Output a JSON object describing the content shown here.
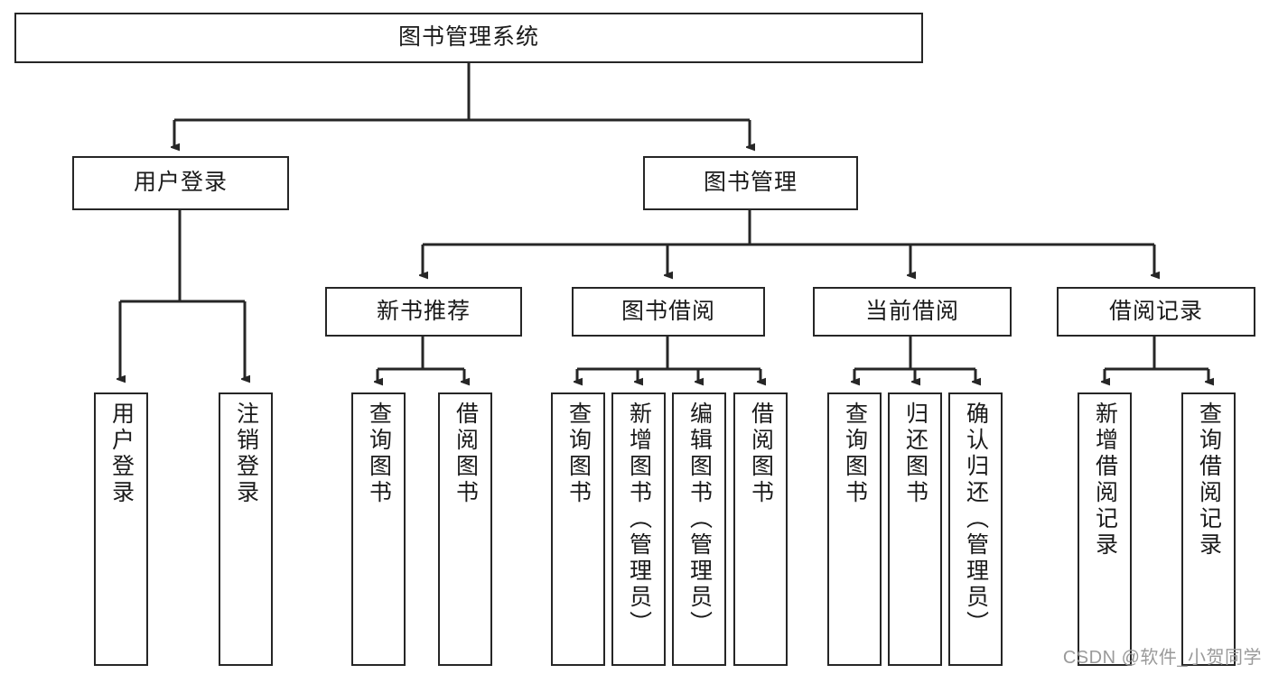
{
  "diagram": {
    "type": "tree",
    "title": "图书管理系统",
    "orientation": "top-down",
    "colors": {
      "box_border": "#262626",
      "box_fill": "#ffffff",
      "edge": "#262626",
      "text": "#1a1a1a",
      "watermark": "#9a9a9a",
      "background": "#ffffff"
    },
    "nodes": {
      "root": {
        "label": "图书管理系统",
        "level": 0,
        "orientation": "horizontal"
      },
      "l1": [
        {
          "id": "user-login",
          "label": "用户登录",
          "level": 1,
          "orientation": "horizontal"
        },
        {
          "id": "book-manage",
          "label": "图书管理",
          "level": 1,
          "orientation": "horizontal"
        }
      ],
      "l2": [
        {
          "id": "new-book-recommend",
          "label": "新书推荐",
          "level": 2,
          "orientation": "horizontal",
          "parent": "book-manage"
        },
        {
          "id": "book-borrow",
          "label": "图书借阅",
          "level": 2,
          "orientation": "horizontal",
          "parent": "book-manage"
        },
        {
          "id": "current-borrow",
          "label": "当前借阅",
          "level": 2,
          "orientation": "horizontal",
          "parent": "book-manage"
        },
        {
          "id": "borrow-record",
          "label": "借阅记录",
          "level": 2,
          "orientation": "horizontal",
          "parent": "book-manage"
        }
      ],
      "leaves": [
        {
          "id": "leaf-user-login",
          "label": "用户登录",
          "parent": "user-login",
          "orientation": "vertical"
        },
        {
          "id": "leaf-logout",
          "label": "注销登录",
          "parent": "user-login",
          "orientation": "vertical"
        },
        {
          "id": "leaf-query-book-1",
          "label": "查询图书",
          "parent": "new-book-recommend",
          "orientation": "vertical"
        },
        {
          "id": "leaf-borrow-book-1",
          "label": "借阅图书",
          "parent": "new-book-recommend",
          "orientation": "vertical"
        },
        {
          "id": "leaf-query-book-2",
          "label": "查询图书",
          "parent": "book-borrow",
          "orientation": "vertical"
        },
        {
          "id": "leaf-add-book",
          "label": "新增图书（管理员）",
          "parent": "book-borrow",
          "orientation": "vertical"
        },
        {
          "id": "leaf-edit-book",
          "label": "编辑图书（管理员）",
          "parent": "book-borrow",
          "orientation": "vertical"
        },
        {
          "id": "leaf-borrow-book-2",
          "label": "借阅图书",
          "parent": "book-borrow",
          "orientation": "vertical"
        },
        {
          "id": "leaf-query-book-3",
          "label": "查询图书",
          "parent": "current-borrow",
          "orientation": "vertical"
        },
        {
          "id": "leaf-return-book",
          "label": "归还图书",
          "parent": "current-borrow",
          "orientation": "vertical"
        },
        {
          "id": "leaf-confirm-return",
          "label": "确认归还（管理员）",
          "parent": "current-borrow",
          "orientation": "vertical"
        },
        {
          "id": "leaf-add-record",
          "label": "新增借阅记录",
          "parent": "borrow-record",
          "orientation": "vertical"
        },
        {
          "id": "leaf-query-record",
          "label": "查询借阅记录",
          "parent": "borrow-record",
          "orientation": "vertical"
        }
      ]
    },
    "watermark": "CSDN @软件_小贺同学"
  }
}
